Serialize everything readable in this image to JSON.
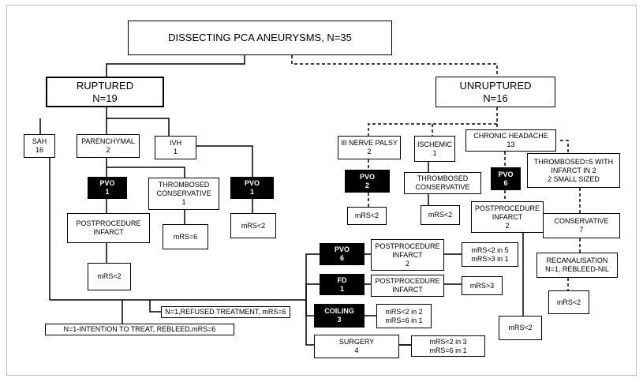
{
  "root": {
    "line1": "DISSECTING PCA ANEURYSMS, N=35"
  },
  "ruptured": {
    "line1": "RUPTURED",
    "line2": "N=19"
  },
  "unruptured": {
    "line1": "UNRUPTURED",
    "line2": "N=16"
  },
  "sah": {
    "line1": "SAH",
    "line2": "16"
  },
  "parenchymal": {
    "line1": "PARENCHYMAL",
    "line2": "2"
  },
  "ivh": {
    "line1": "IVH",
    "line2": "1"
  },
  "r_pvo1": {
    "line1": "PVO",
    "line2": "1"
  },
  "r_thrombosed": {
    "line1": "THROMBOSED",
    "line2": "CONSERVATIVE",
    "line3": "1"
  },
  "r_pvo2": {
    "line1": "PVO",
    "line2": "1"
  },
  "r_postproc": {
    "line1": "POSTPROCEDURE",
    "line2": "INFARCT"
  },
  "r_mrs6": {
    "line1": "mRS=6"
  },
  "r_mrs2b": {
    "line1": "mRS<2"
  },
  "r_mrs2a": {
    "line1": "mRS<2"
  },
  "pvo6": {
    "line1": "PVO",
    "line2": "6"
  },
  "pvo6_postproc": {
    "line1": "POSTPROCEDURE",
    "line2": "INFARCT",
    "line3": "2"
  },
  "pvo6_mrs": {
    "line1": "mRS<2 in 5",
    "line2": "mRS>3 in 1"
  },
  "fd": {
    "line1": "FD",
    "line2": "1"
  },
  "fd_postproc": {
    "line1": "POSTPROCEDURE",
    "line2": "INFARCT"
  },
  "fd_mrs": {
    "line1": "mRS>3"
  },
  "coiling": {
    "line1": "COILING",
    "line2": "3"
  },
  "coiling_mrs": {
    "line1": "mRS<2 in 2",
    "line2": "mRS=6 in 1"
  },
  "surgery": {
    "line1": "SURGERY",
    "line2": "4"
  },
  "surgery_mrs": {
    "line1": "mRS<2 in 3",
    "line2": "mRS=6 in 1"
  },
  "refused": {
    "line1": "N=1,REFUSED TREATMENT, mRS=6"
  },
  "intention": {
    "line1": "N=1-INTENTION TO TREAT, REBLEED,mRS=6"
  },
  "nerve": {
    "line1": "III NERVE PALSY",
    "line2": "2"
  },
  "ischemic": {
    "line1": "ISCHEMIC",
    "line2": "1"
  },
  "headache": {
    "line1": "CHRONIC HEADACHE",
    "line2": "13"
  },
  "u_pvo2": {
    "line1": "PVO",
    "line2": "2"
  },
  "u_thromb_cons": {
    "line1": "THROMBOSED",
    "line2": "CONSERVATIVE"
  },
  "u_pvo6": {
    "line1": "PVO",
    "line2": "6"
  },
  "thromb5": {
    "line1": "THROMBOSED=5 WITH",
    "line2": "INFARCT IN 2",
    "line3": "2 SMALL SIZED"
  },
  "u_mrs_a": {
    "line1": "mRS<2"
  },
  "u_mrs_b": {
    "line1": "mRS<2"
  },
  "u_postproc": {
    "line1": "POSTPROCEDURE",
    "line2": "INFARCT",
    "line3": "2"
  },
  "conservative": {
    "line1": "CONSERVATIVE",
    "line2": "7"
  },
  "recanal": {
    "line1": "RECANALISATION",
    "line2": "N=1, REBLEED-NIL"
  },
  "u_mrs_c": {
    "line1": "mRS<2"
  },
  "u_mrs_d": {
    "line1": "mRS<2"
  }
}
